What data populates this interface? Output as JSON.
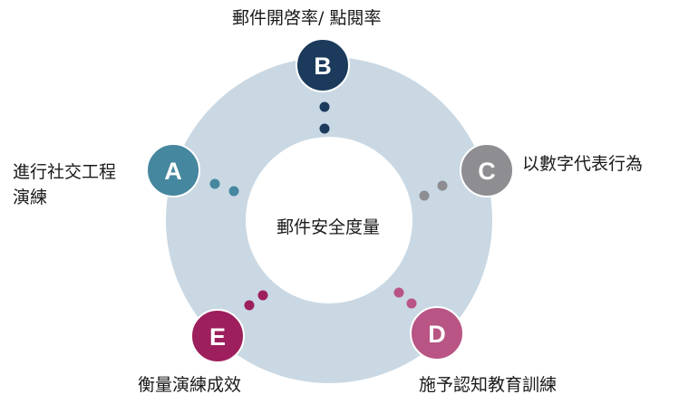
{
  "center": {
    "label": "郵件安全度量"
  },
  "nodes": [
    {
      "letter": "A",
      "label": "進行社交工程",
      "label2": "演練",
      "color": "#45879f"
    },
    {
      "letter": "B",
      "label": "郵件開啓率/  點閱率",
      "color": "#1b3a5c"
    },
    {
      "letter": "C",
      "label": "以數字代表行為",
      "color": "#8d8d92"
    },
    {
      "letter": "D",
      "label": "施予認知教育訓練",
      "color": "#b85585"
    },
    {
      "letter": "E",
      "label": "衡量演練成效",
      "color": "#9d1f5d"
    }
  ],
  "colors": {
    "ring": "#c9d8e3",
    "inner": "#ffffff"
  }
}
